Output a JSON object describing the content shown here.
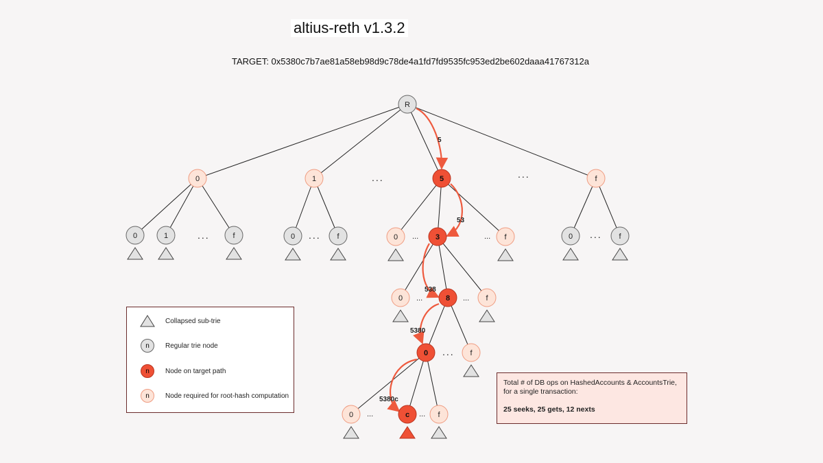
{
  "title": "altius-reth v1.3.2",
  "target": "TARGET: 0x5380c7b7ae81a58eb98d9c78de4a1fd7fd9535fc953ed2be602daaa41767312a",
  "colors": {
    "regular_fill": "#e2e2e2",
    "regular_stroke": "#666666",
    "target_fill": "#ef5035",
    "target_stroke": "#b83420",
    "required_fill": "#fde4d8",
    "required_stroke": "#ef9b80",
    "path_arrow": "#ee5a3e",
    "triangle_fill": "#e2e2e2"
  },
  "nodes": {
    "root": "R",
    "l1_0": "0",
    "l1_1": "1",
    "l1_5": "5",
    "l1_f": "f",
    "l2a_0": "0",
    "l2a_1": "1",
    "l2a_f": "f",
    "l2b_0": "0",
    "l2b_f": "f",
    "l2c_0": "0",
    "l2c_3": "3",
    "l2c_f": "f",
    "l2d_0": "0",
    "l2d_f": "f",
    "l3_0": "0",
    "l3_8": "8",
    "l3_f": "f",
    "l4_0": "0",
    "l4_f": "f",
    "l5_0": "0",
    "l5_c": "c",
    "l5_f": "f"
  },
  "edge_labels": {
    "e1": "5",
    "e2": "53",
    "e3": "538",
    "e4": "5380",
    "e5": "5380c"
  },
  "ellipsis": "...",
  "legend": {
    "collapsed": "Collapsed sub-trie",
    "regular": "Regular trie node",
    "target": "Node on target path",
    "required": "Node required for root-hash computation",
    "node_letter": "n"
  },
  "stats": {
    "line1": "Total # of DB ops on HashedAccounts & AccountsTrie,",
    "line2": "for a single transaction:",
    "summary": "25 seeks, 25 gets, 12 nexts"
  }
}
